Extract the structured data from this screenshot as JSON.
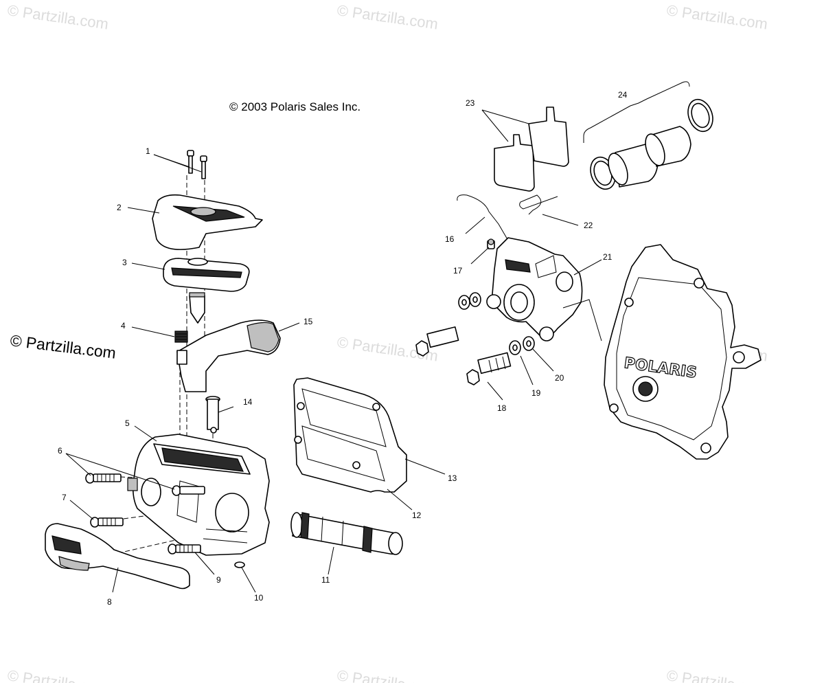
{
  "copyright": "© 2003 Polaris Sales Inc.",
  "site_label": "© Partzilla.com",
  "watermark": "© Partzilla.com",
  "brand_mark": "POLARIS",
  "callouts": {
    "c1": "1",
    "c2": "2",
    "c3": "3",
    "c4": "4",
    "c5": "5",
    "c6": "6",
    "c7": "7",
    "c8": "8",
    "c9": "9",
    "c10": "10",
    "c11": "11",
    "c12": "12",
    "c13": "13",
    "c14": "14",
    "c15": "15",
    "c16": "16",
    "c17": "17",
    "c18": "18",
    "c19": "19",
    "c20": "20",
    "c21": "21",
    "c22": "22",
    "c23": "23",
    "c24": "24"
  }
}
